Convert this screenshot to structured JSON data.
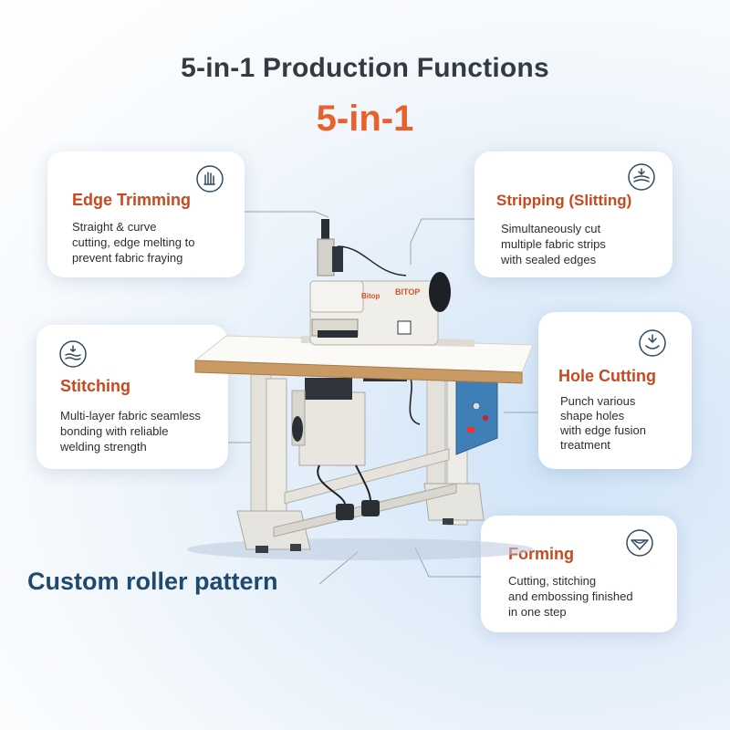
{
  "header": {
    "title": "5-in-1 Production Functions",
    "subtitle": "5-in-1"
  },
  "features": {
    "edge_trimming": {
      "title": "Edge Trimming",
      "lines": [
        "Straight & curve",
        "cutting, edge melting to",
        "prevent fabric fraying"
      ],
      "icon": "hand-scissors-icon"
    },
    "stripping": {
      "title": "Stripping (Slitting)",
      "lines": [
        "Simultaneously cut",
        "multiple fabric strips",
        "with sealed edges"
      ],
      "icon": "fabric-layers-icon"
    },
    "stitching": {
      "title": "Stitching",
      "lines": [
        "Multi-layer fabric seamless",
        "bonding with reliable",
        "welding strength"
      ],
      "icon": "bonding-waves-icon"
    },
    "hole_cutting": {
      "title": "Hole Cutting",
      "lines": [
        "Punch various",
        "shape holes",
        "with edge fusion",
        "treatment"
      ],
      "icon": "punch-icon"
    },
    "forming": {
      "title": "Forming",
      "lines": [
        "Cutting, stitching",
        "and embossing finished",
        "in one step"
      ],
      "icon": "forming-icon"
    }
  },
  "machine": {
    "brand_label": "BITOP",
    "brand_label_small": "Bitop"
  },
  "footer_label": "Custom roller pattern",
  "colors": {
    "title": "#333a40",
    "accent": "#e8602a",
    "card_heading": "#c9481e",
    "custom_label": "#1f4a6e",
    "table_top": "#c99a63",
    "control_box": "#3f7fb8"
  }
}
